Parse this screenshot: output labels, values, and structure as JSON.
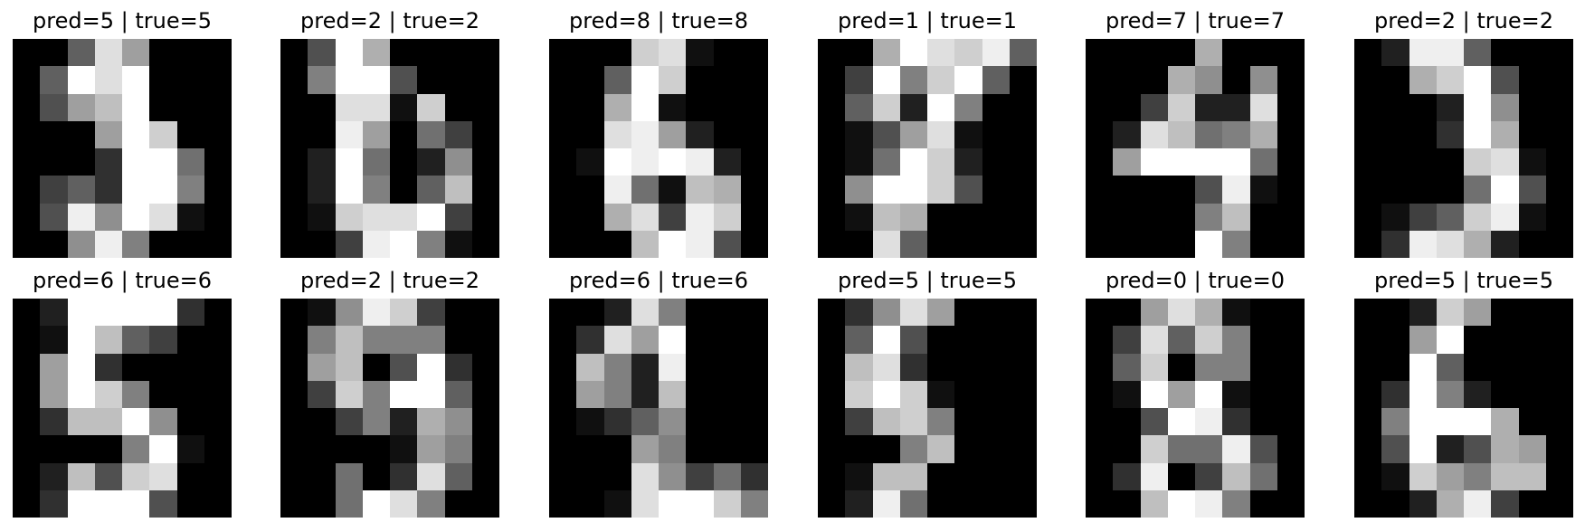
{
  "figure": {
    "panels": [
      {
        "title": "pred=5 | true=5",
        "pixels": [
          [
            0,
            0,
            6,
            14,
            10,
            0,
            0,
            0
          ],
          [
            0,
            6,
            16,
            14,
            16,
            0,
            0,
            0
          ],
          [
            0,
            5,
            10,
            12,
            16,
            0,
            0,
            0
          ],
          [
            0,
            0,
            0,
            10,
            16,
            13,
            0,
            0
          ],
          [
            0,
            0,
            0,
            3,
            16,
            16,
            7,
            0
          ],
          [
            0,
            4,
            6,
            3,
            16,
            16,
            8,
            0
          ],
          [
            0,
            5,
            15,
            9,
            16,
            14,
            1,
            0
          ],
          [
            0,
            0,
            9,
            15,
            8,
            0,
            0,
            0
          ]
        ]
      },
      {
        "title": "pred=2 | true=2",
        "pixels": [
          [
            0,
            5,
            16,
            11,
            0,
            0,
            0,
            0
          ],
          [
            0,
            8,
            16,
            16,
            5,
            0,
            0,
            0
          ],
          [
            0,
            0,
            14,
            14,
            1,
            13,
            0,
            0
          ],
          [
            0,
            0,
            15,
            10,
            0,
            7,
            4,
            0
          ],
          [
            0,
            2,
            16,
            7,
            0,
            2,
            9,
            0
          ],
          [
            0,
            2,
            16,
            8,
            0,
            6,
            12,
            0
          ],
          [
            0,
            1,
            13,
            14,
            14,
            16,
            4,
            0
          ],
          [
            0,
            0,
            4,
            15,
            16,
            8,
            1,
            0
          ]
        ]
      },
      {
        "title": "pred=8 | true=8",
        "pixels": [
          [
            0,
            0,
            0,
            13,
            14,
            1,
            0,
            0
          ],
          [
            0,
            0,
            6,
            16,
            13,
            0,
            0,
            0
          ],
          [
            0,
            0,
            11,
            16,
            1,
            0,
            0,
            0
          ],
          [
            0,
            0,
            14,
            15,
            10,
            2,
            0,
            0
          ],
          [
            0,
            1,
            16,
            15,
            16,
            15,
            2,
            0
          ],
          [
            0,
            0,
            15,
            7,
            1,
            12,
            11,
            0
          ],
          [
            0,
            0,
            11,
            14,
            4,
            15,
            13,
            0
          ],
          [
            0,
            0,
            0,
            12,
            16,
            15,
            5,
            0
          ]
        ]
      },
      {
        "title": "pred=1 | true=1",
        "pixels": [
          [
            0,
            0,
            11,
            16,
            14,
            13,
            15,
            6
          ],
          [
            0,
            4,
            16,
            8,
            13,
            16,
            6,
            0
          ],
          [
            0,
            6,
            13,
            2,
            16,
            8,
            0,
            0
          ],
          [
            0,
            1,
            5,
            10,
            14,
            1,
            0,
            0
          ],
          [
            0,
            1,
            7,
            16,
            13,
            2,
            0,
            0
          ],
          [
            0,
            9,
            16,
            16,
            13,
            5,
            0,
            0
          ],
          [
            0,
            1,
            12,
            11,
            0,
            0,
            0,
            0
          ],
          [
            0,
            0,
            14,
            6,
            0,
            0,
            0,
            0
          ]
        ]
      },
      {
        "title": "pred=7 | true=7",
        "pixels": [
          [
            0,
            0,
            0,
            0,
            11,
            0,
            0,
            0
          ],
          [
            0,
            0,
            0,
            11,
            9,
            0,
            9,
            0
          ],
          [
            0,
            0,
            4,
            13,
            2,
            2,
            14,
            0
          ],
          [
            0,
            2,
            14,
            12,
            7,
            8,
            11,
            0
          ],
          [
            0,
            10,
            16,
            16,
            16,
            16,
            7,
            0
          ],
          [
            0,
            0,
            0,
            0,
            5,
            15,
            1,
            0
          ],
          [
            0,
            0,
            0,
            0,
            8,
            12,
            0,
            0
          ],
          [
            0,
            0,
            0,
            0,
            16,
            8,
            0,
            0
          ]
        ]
      },
      {
        "title": "pred=2 | true=2",
        "pixels": [
          [
            0,
            2,
            15,
            15,
            6,
            0,
            0,
            0
          ],
          [
            0,
            0,
            11,
            13,
            16,
            5,
            0,
            0
          ],
          [
            0,
            0,
            0,
            2,
            16,
            9,
            0,
            0
          ],
          [
            0,
            0,
            0,
            3,
            16,
            11,
            0,
            0
          ],
          [
            0,
            0,
            0,
            0,
            13,
            14,
            1,
            0
          ],
          [
            0,
            0,
            0,
            0,
            7,
            16,
            5,
            0
          ],
          [
            0,
            1,
            4,
            6,
            13,
            15,
            1,
            0
          ],
          [
            0,
            3,
            15,
            14,
            11,
            2,
            0,
            0
          ]
        ]
      },
      {
        "title": "pred=6 | true=6",
        "pixels": [
          [
            0,
            2,
            16,
            16,
            16,
            16,
            3,
            0
          ],
          [
            0,
            1,
            16,
            12,
            6,
            4,
            0,
            0
          ],
          [
            0,
            10,
            16,
            3,
            0,
            0,
            0,
            0
          ],
          [
            0,
            10,
            16,
            13,
            8,
            0,
            0,
            0
          ],
          [
            0,
            3,
            12,
            12,
            16,
            9,
            0,
            0
          ],
          [
            0,
            0,
            0,
            0,
            8,
            16,
            1,
            0
          ],
          [
            0,
            2,
            12,
            5,
            13,
            14,
            0,
            0
          ],
          [
            0,
            3,
            16,
            16,
            16,
            5,
            0,
            0
          ]
        ]
      },
      {
        "title": "pred=2 | true=2",
        "pixels": [
          [
            0,
            1,
            9,
            15,
            13,
            4,
            0,
            0
          ],
          [
            0,
            8,
            12,
            8,
            8,
            8,
            0,
            0
          ],
          [
            0,
            10,
            12,
            0,
            5,
            16,
            3,
            0
          ],
          [
            0,
            4,
            13,
            8,
            16,
            16,
            6,
            0
          ],
          [
            0,
            0,
            4,
            8,
            2,
            11,
            9,
            0
          ],
          [
            0,
            0,
            0,
            0,
            1,
            10,
            8,
            0
          ],
          [
            0,
            0,
            7,
            0,
            3,
            14,
            6,
            0
          ],
          [
            0,
            0,
            7,
            16,
            14,
            8,
            0,
            0
          ]
        ]
      },
      {
        "title": "pred=6 | true=6",
        "pixels": [
          [
            0,
            0,
            2,
            14,
            8,
            0,
            0,
            0
          ],
          [
            0,
            3,
            14,
            10,
            16,
            0,
            0,
            0
          ],
          [
            0,
            12,
            8,
            2,
            15,
            0,
            0,
            0
          ],
          [
            0,
            10,
            8,
            2,
            12,
            0,
            0,
            0
          ],
          [
            0,
            1,
            3,
            6,
            9,
            0,
            0,
            0
          ],
          [
            0,
            0,
            0,
            10,
            8,
            0,
            0,
            0
          ],
          [
            0,
            0,
            0,
            14,
            9,
            4,
            7,
            3
          ],
          [
            0,
            0,
            1,
            14,
            16,
            16,
            13,
            8
          ]
        ]
      },
      {
        "title": "pred=5 | true=5",
        "pixels": [
          [
            0,
            3,
            9,
            14,
            10,
            0,
            0,
            0
          ],
          [
            0,
            6,
            16,
            5,
            0,
            0,
            0,
            0
          ],
          [
            0,
            12,
            14,
            3,
            0,
            0,
            0,
            0
          ],
          [
            0,
            13,
            16,
            13,
            1,
            0,
            0,
            0
          ],
          [
            0,
            4,
            12,
            13,
            8,
            0,
            0,
            0
          ],
          [
            0,
            0,
            0,
            8,
            12,
            0,
            0,
            0
          ],
          [
            0,
            1,
            12,
            12,
            0,
            0,
            0,
            0
          ],
          [
            0,
            2,
            15,
            7,
            0,
            0,
            0,
            0
          ]
        ]
      },
      {
        "title": "pred=0 | true=0",
        "pixels": [
          [
            0,
            0,
            10,
            14,
            11,
            1,
            0,
            0
          ],
          [
            0,
            4,
            14,
            6,
            13,
            8,
            0,
            0
          ],
          [
            0,
            6,
            13,
            0,
            8,
            8,
            0,
            0
          ],
          [
            0,
            1,
            16,
            10,
            16,
            1,
            0,
            0
          ],
          [
            0,
            0,
            5,
            16,
            15,
            3,
            0,
            0
          ],
          [
            0,
            0,
            13,
            7,
            7,
            15,
            5,
            0
          ],
          [
            0,
            3,
            15,
            0,
            4,
            12,
            7,
            0
          ],
          [
            0,
            0,
            12,
            16,
            15,
            8,
            0,
            0
          ]
        ]
      },
      {
        "title": "pred=5 | true=5",
        "pixels": [
          [
            0,
            0,
            2,
            13,
            10,
            0,
            0,
            0
          ],
          [
            0,
            0,
            10,
            16,
            0,
            0,
            0,
            0
          ],
          [
            0,
            0,
            16,
            6,
            0,
            0,
            0,
            0
          ],
          [
            0,
            3,
            16,
            8,
            2,
            0,
            0,
            0
          ],
          [
            0,
            8,
            16,
            16,
            16,
            11,
            0,
            0
          ],
          [
            0,
            5,
            16,
            2,
            5,
            11,
            10,
            0
          ],
          [
            0,
            1,
            13,
            10,
            8,
            12,
            12,
            0
          ],
          [
            0,
            0,
            2,
            11,
            15,
            4,
            0,
            0
          ]
        ]
      }
    ]
  }
}
